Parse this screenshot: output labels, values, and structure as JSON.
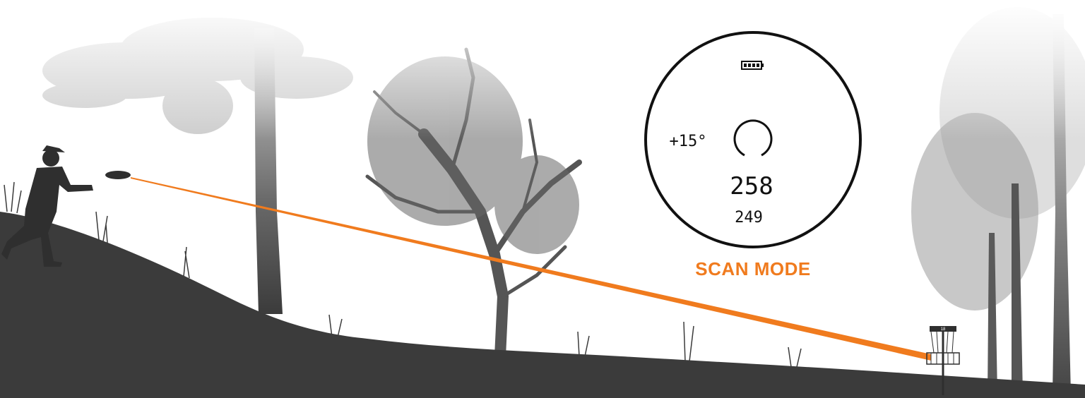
{
  "scope": {
    "angle": "+15°",
    "distance_primary": "258",
    "distance_secondary": "249",
    "battery_icon": "battery-full-icon",
    "reticle_icon": "circle-reticle-icon"
  },
  "mode_label": "SCAN MODE",
  "basket": {
    "number": "18"
  },
  "colors": {
    "accent": "#f07b1e",
    "ground": "#3b3b3b",
    "foreground_dark": "#2f2f2f",
    "scope_ring": "#111111",
    "background": "#ffffff"
  }
}
